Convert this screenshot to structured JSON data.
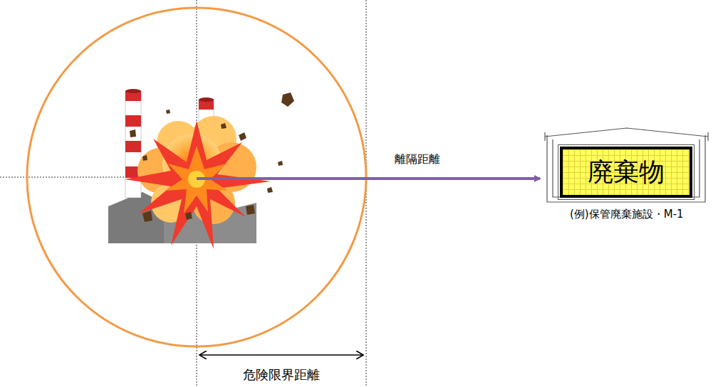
{
  "diagram": {
    "nodes": [
      {
        "text": [
          "(例)保管廃棄施設・M-1"
        ]
      },
      {
        "text": [
          "廃棄物"
        ],
        "in": 0
      }
    ],
    "labels": [
      "離隔距離",
      "危険限界距離"
    ]
  }
}
